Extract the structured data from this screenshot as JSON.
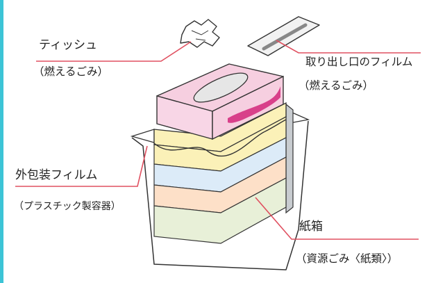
{
  "diagram": {
    "labels": {
      "tissue_name": "ティッシュ",
      "tissue_category": "（燃えるごみ）",
      "opening_film_name": "取り出し口のフィルム",
      "opening_film_category": "（燃えるごみ）",
      "wrap_film_name": "外包装フィルム",
      "wrap_film_category": "（プラスチック製容器）",
      "paper_box_name": "紙箱",
      "paper_box_category": "（資源ごみ〈紙類〉）"
    },
    "colors": {
      "frame_accent": "#3cc4d6",
      "leader_line": "#e05060",
      "box_top_pink": "#f6cfe0",
      "box_front_pink": "#f8d6e6",
      "box_yellow": "#fbf1b8",
      "box_blue": "#dcebf8",
      "box_peach": "#fde0c8",
      "box_green": "#e8f0d8",
      "tissue_swoosh": "#d8408a"
    },
    "icons": [
      "crumpled-tissue",
      "film-strip",
      "tissue-box"
    ]
  }
}
